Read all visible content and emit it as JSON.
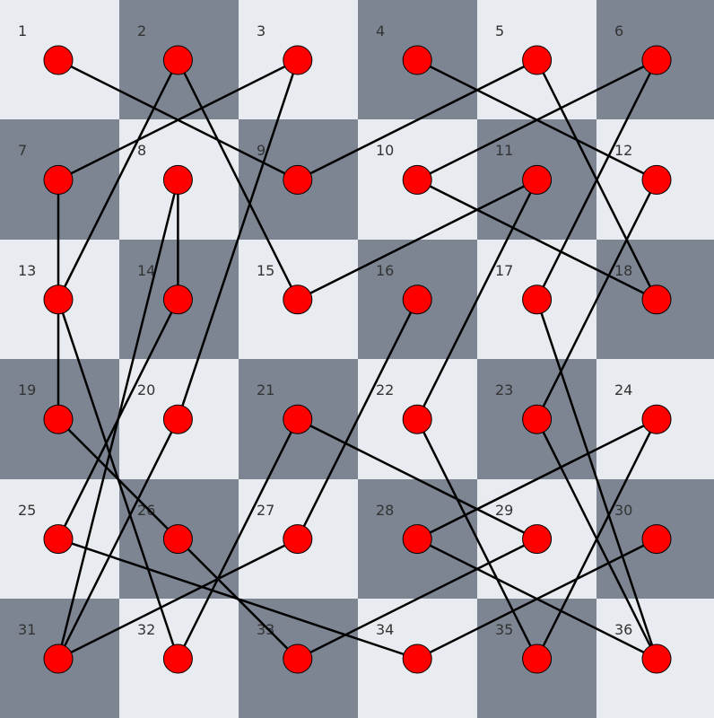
{
  "board": {
    "rows": 6,
    "cols": 6,
    "colors": {
      "light": "#e8ebef",
      "dark": "#7d8593",
      "label": "#333333",
      "node_fill": "#ff0000",
      "node_stroke": "#000000",
      "edge": "#000000"
    },
    "dark_cells": [
      2,
      4,
      6,
      7,
      9,
      11,
      14,
      16,
      18,
      19,
      21,
      23,
      26,
      28,
      30,
      31,
      33,
      35
    ],
    "cells": [
      {
        "label": "1"
      },
      {
        "label": "2"
      },
      {
        "label": "3"
      },
      {
        "label": "4"
      },
      {
        "label": "5"
      },
      {
        "label": "6"
      },
      {
        "label": "7"
      },
      {
        "label": "8"
      },
      {
        "label": "9"
      },
      {
        "label": "10"
      },
      {
        "label": "11"
      },
      {
        "label": "12"
      },
      {
        "label": "13"
      },
      {
        "label": "14"
      },
      {
        "label": "15"
      },
      {
        "label": "16"
      },
      {
        "label": "17"
      },
      {
        "label": "18"
      },
      {
        "label": "19"
      },
      {
        "label": "20"
      },
      {
        "label": "21"
      },
      {
        "label": "22"
      },
      {
        "label": "23"
      },
      {
        "label": "24"
      },
      {
        "label": "25"
      },
      {
        "label": "26"
      },
      {
        "label": "27"
      },
      {
        "label": "28"
      },
      {
        "label": "29"
      },
      {
        "label": "30"
      },
      {
        "label": "31"
      },
      {
        "label": "32"
      },
      {
        "label": "33"
      },
      {
        "label": "34"
      },
      {
        "label": "35"
      },
      {
        "label": "36"
      }
    ],
    "connections": [
      [
        1,
        9
      ],
      [
        2,
        13
      ],
      [
        2,
        15
      ],
      [
        3,
        7
      ],
      [
        3,
        20
      ],
      [
        4,
        12
      ],
      [
        5,
        9
      ],
      [
        5,
        18
      ],
      [
        6,
        10
      ],
      [
        6,
        17
      ],
      [
        8,
        31
      ],
      [
        10,
        18
      ],
      [
        11,
        15
      ],
      [
        11,
        22
      ],
      [
        12,
        23
      ],
      [
        13,
        32
      ],
      [
        14,
        25
      ],
      [
        16,
        27
      ],
      [
        17,
        36
      ],
      [
        19,
        7
      ],
      [
        19,
        26
      ],
      [
        20,
        31
      ],
      [
        21,
        29
      ],
      [
        21,
        32
      ],
      [
        22,
        35
      ],
      [
        23,
        36
      ],
      [
        24,
        28
      ],
      [
        24,
        35
      ],
      [
        25,
        34
      ],
      [
        26,
        33
      ],
      [
        27,
        31
      ],
      [
        28,
        36
      ],
      [
        29,
        33
      ],
      [
        30,
        34
      ],
      [
        14,
        8
      ]
    ]
  }
}
